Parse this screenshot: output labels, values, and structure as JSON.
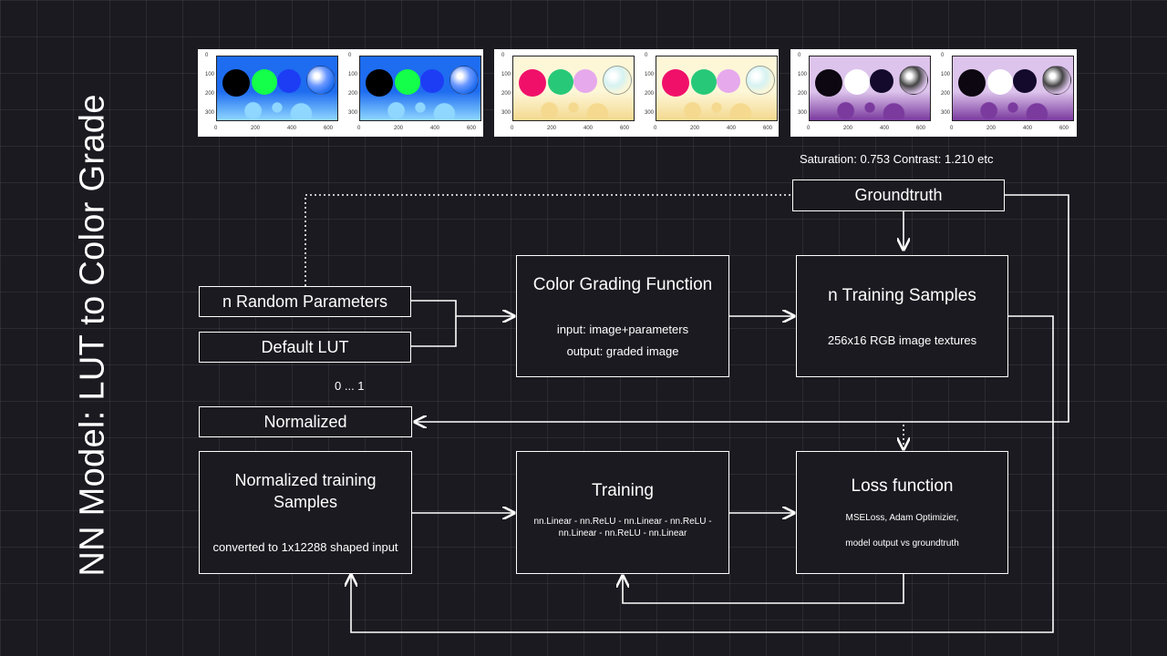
{
  "title": "NN Model: LUT to Color Grade",
  "previews": {
    "axis_ticks_x": [
      "0",
      "200",
      "400",
      "600"
    ],
    "axis_ticks_y": [
      "0",
      "100",
      "200",
      "300"
    ],
    "groups": [
      {
        "name": "blue-green-grade",
        "background": "#1e6cf0",
        "noise": "#8fd7ff",
        "balls": [
          "#000000",
          "#13ff4a",
          "#1d3df5",
          "#6a98ff"
        ]
      },
      {
        "name": "pink-pastel-grade",
        "background": "#fdf7d8",
        "noise": "#f4d98f",
        "balls": [
          "#f0106a",
          "#27c978",
          "#e6a9ec",
          "#d6f2f2"
        ]
      },
      {
        "name": "purple-dark-grade",
        "background": "#ddc4ec",
        "noise": "#7a3a9e",
        "balls": [
          "#0c0710",
          "#ffffff",
          "#130a2c",
          "#444444"
        ]
      }
    ]
  },
  "caption_saturation": "Saturation: 0.753 Contrast: 1.210 etc",
  "groundtruth": "Groundtruth",
  "random_params": "n Random Parameters",
  "default_lut": "Default LUT",
  "range_label": "0 ... 1",
  "normalized": "Normalized",
  "color_grading": {
    "title": "Color Grading Function",
    "input": "input: image+parameters",
    "output": "output: graded image"
  },
  "training_samples": {
    "title": "n Training Samples",
    "subtitle": "256x16 RGB image textures"
  },
  "normalized_samples": {
    "title_line1": "Normalized training",
    "title_line2": "Samples",
    "subtitle": "converted to 1x12288 shaped input"
  },
  "training": {
    "title": "Training",
    "line1": "nn.Linear - nn.ReLU - nn.Linear - nn.ReLU -",
    "line2": "nn.Linear - nn.ReLU - nn.Linear"
  },
  "loss": {
    "title": "Loss function",
    "line1": "MSELoss, Adam Optimizier,",
    "line2": "model output vs groundtruth"
  }
}
